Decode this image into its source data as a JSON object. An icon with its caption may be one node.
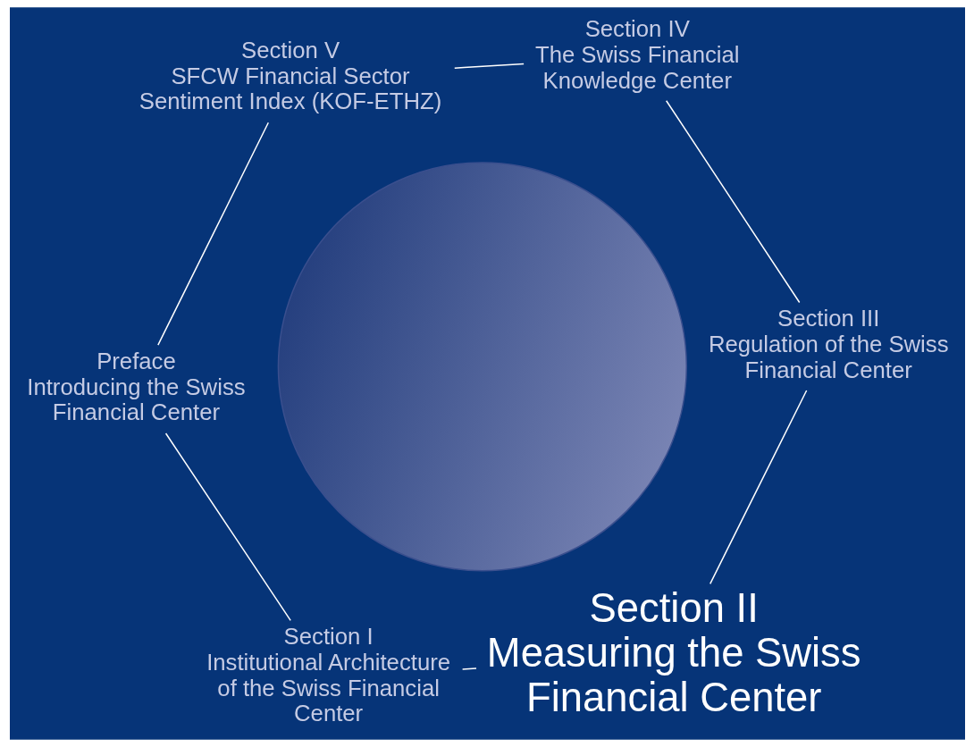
{
  "diagram": {
    "nodes": [
      {
        "text": [
          "Preface",
          "Introducing the Swiss Financial Center"
        ]
      },
      {
        "text": [
          "Section I",
          "Institutional Architecture of the Swiss Financial Center"
        ]
      },
      {
        "text": [
          "Section II",
          "Measuring the Swiss Financial Center"
        ]
      },
      {
        "text": [
          "Section III",
          "Regulation of the Swiss Financial Center"
        ]
      },
      {
        "text": [
          "Section IV",
          "The Swiss Financial Knowledge Center"
        ]
      },
      {
        "text": [
          "Section V",
          "SFCW Financial Sector Sentiment Index (KOF-ETHZ)"
        ]
      },
      {
        "text": [],
        "shape": "circle"
      }
    ],
    "edges": [
      {
        "from": 0,
        "to": 1,
        "arrow": "none"
      },
      {
        "from": 1,
        "to": 2,
        "arrow": "none"
      },
      {
        "from": 2,
        "to": 3,
        "arrow": "none"
      },
      {
        "from": 3,
        "to": 4,
        "arrow": "none"
      },
      {
        "from": 4,
        "to": 5,
        "arrow": "none"
      },
      {
        "from": 5,
        "to": 0,
        "arrow": "none"
      }
    ]
  }
}
